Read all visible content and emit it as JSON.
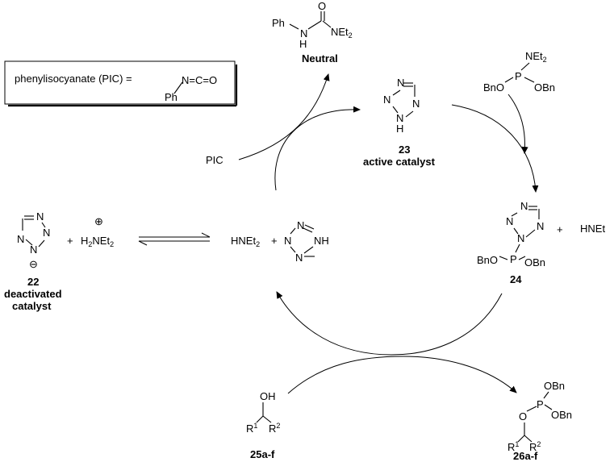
{
  "legend": {
    "text": "phenylisocyanate (PIC) =",
    "n_c_o": "N=C=O",
    "ph": "Ph"
  },
  "neutral": {
    "ph": "Ph",
    "n_left": "N",
    "h": "H",
    "o": "O",
    "net": "NEt",
    "sub2": "2",
    "name": "Neutral"
  },
  "catalyst23": {
    "n": "N",
    "h": "H",
    "num": "23",
    "name": "active catalyst"
  },
  "reagent_top": {
    "net": "NEt",
    "sub2": "2",
    "p": "P",
    "bno": "BnO",
    "obn": "OBn"
  },
  "pic_label": "PIC",
  "deactivated": {
    "n": "N",
    "minus": "⊖",
    "num": "22",
    "line1": "deactivated",
    "line2": "catalyst"
  },
  "ammonium": {
    "plus_op": "+",
    "charge": "⊕",
    "h": "H",
    "sub2": "2",
    "net": "NEt",
    "sub2b": "2"
  },
  "middle": {
    "hnet": "HNEt",
    "sub2": "2",
    "plus": "+",
    "n": "N",
    "nh": "NH"
  },
  "int24": {
    "n": "N",
    "p": "P",
    "bno": "BnO",
    "obn": "OBn",
    "num": "24",
    "plus": "+",
    "hnet": "HNEt"
  },
  "alcohol": {
    "oh": "OH",
    "r": "R",
    "sup1": "1",
    "sup2": "2",
    "num": "25a-f"
  },
  "product": {
    "obn": "OBn",
    "p": "P",
    "o": "O",
    "r": "R",
    "sup1": "1",
    "sup2": "2",
    "num": "26a-f"
  }
}
